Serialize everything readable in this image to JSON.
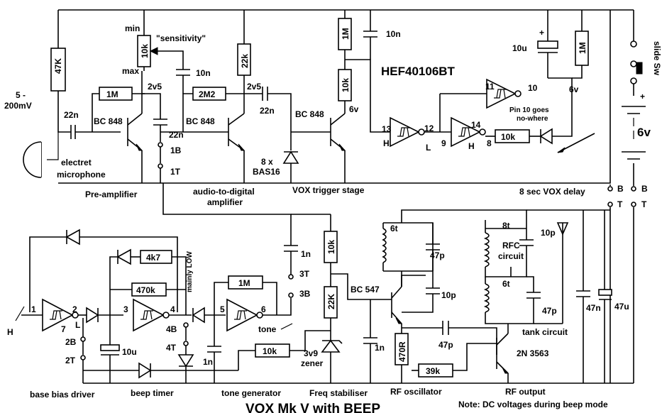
{
  "title": "VOX Mk V with BEEP",
  "note": "Note: DC voltages during beep mode",
  "stages": {
    "preamp": "Pre-amplifier",
    "adc1": "audio-to-digital",
    "adc2": "amplifier",
    "vox_trigger": "VOX trigger stage",
    "vox_delay": "8 sec VOX delay",
    "base_bias": "base bias driver",
    "beep_timer": "beep timer",
    "tone_gen": "tone generator",
    "freq_stab": "Freq stabiliser",
    "rf_osc": "RF oscillator",
    "rf_out": "RF output",
    "tank": "tank circuit",
    "rfc1": "RFC",
    "rfc2": "circuit"
  },
  "mic": {
    "level1": "5 -",
    "level2": "200mV",
    "name1": "electret",
    "name2": "microphone"
  },
  "ic": "HEF40106BT",
  "pins": {
    "p1": "1",
    "p2": "2",
    "p3": "3",
    "p4": "4",
    "p5": "5",
    "p6": "6",
    "p7": "7",
    "p8": "8",
    "p9": "9",
    "p10": "10",
    "p11": "11",
    "p12": "12",
    "p13": "13",
    "p14": "14"
  },
  "logic": {
    "h": "H",
    "l": "L"
  },
  "pin10_note1": "Pin 10 goes",
  "pin10_note2": "no-where",
  "components": {
    "r_47k": "47K",
    "r_1m_a": "1M",
    "r_10k_pot": "10k",
    "r_2m2": "2M2",
    "r_22k_a": "22k",
    "r_1m_b": "1M",
    "r_10k_a": "10k",
    "r_1m_c": "1M",
    "r_10k_b": "10k",
    "r_4k7": "4k7",
    "r_470k": "470k",
    "r_1m_d": "1M",
    "r_10k_c": "10k",
    "r_10k_d": "10k",
    "r_22k_b": "22K",
    "r_470r": "470R",
    "r_39k": "39k",
    "c_22n_a": "22n",
    "c_22n_b": "22n",
    "c_10n_a": "10n",
    "c_22n_c": "22n",
    "c_10n_b": "10n",
    "c_10u_a": "10u",
    "c_1n_a": "1n",
    "c_10u_b": "10u",
    "c_1n_b": "1n",
    "c_1n_c": "1n",
    "c_47p_a": "47p",
    "c_10p_a": "10p",
    "c_47p_b": "47p",
    "c_10p_b": "10p",
    "c_47p_c": "47p",
    "c_47n": "47n",
    "c_47u": "47u",
    "t1": "BC 848",
    "t2": "BC 848",
    "t3": "BC 848",
    "t4": "BC 547",
    "t5": "2N 3563",
    "zener1": "3v9",
    "zener2": "zener",
    "diodes1": "8 x",
    "diodes2": "BAS16",
    "coil1": "6t",
    "coil2": "8t",
    "coil3": "6t"
  },
  "voltages": {
    "v1": "2v5",
    "v2": "2v5",
    "v3": "6v",
    "v4": "6v",
    "battery": "6v"
  },
  "pot": {
    "min": "min",
    "max": "max",
    "sens": "\"sensitivity\""
  },
  "switches": {
    "s1b": "1B",
    "s1t": "1T",
    "s2b": "2B",
    "s2t": "2T",
    "s3t": "3T",
    "s3b": "3B",
    "s4b": "4B",
    "s4t": "4T",
    "sb1": "B",
    "st1": "T",
    "sb2": "B",
    "st2": "T"
  },
  "misc": {
    "tone": "tone",
    "mainly_low": "mainly LOW",
    "slide_sw": "slide Sw",
    "plus1": "+",
    "plus2": "+"
  }
}
